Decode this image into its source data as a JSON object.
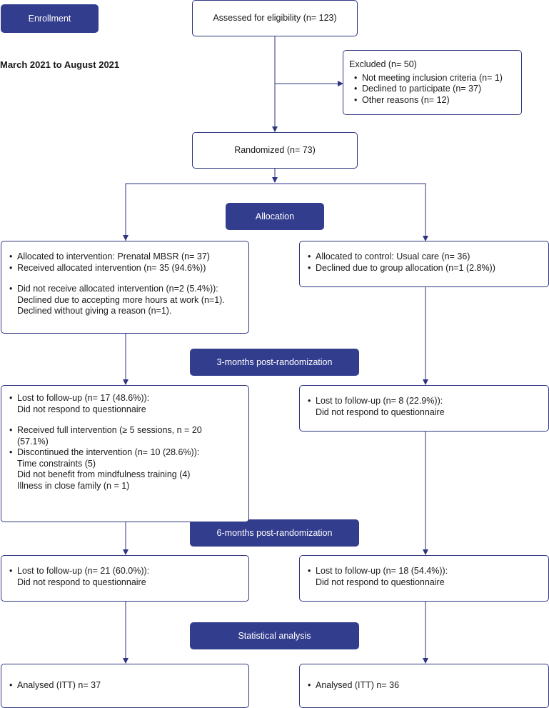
{
  "labels": {
    "enrollment": "Enrollment",
    "allocation": "Allocation",
    "three_months": "3-months post-randomization",
    "six_months": "6-months post-randomization",
    "analysis": "Statistical analysis"
  },
  "period": "March 2021 to August 2021",
  "assessed": "Assessed for eligibility (n= 123)",
  "excluded": {
    "title": "Excluded (n= 50)",
    "items": [
      "Not meeting inclusion criteria (n= 1)",
      "Declined to participate (n= 37)",
      "Other reasons (n=  12)"
    ]
  },
  "randomized": "Randomized (n= 73)",
  "intervention_alloc": {
    "items": [
      "Allocated to intervention: Prenatal MBSR (n= 37)",
      "Received allocated intervention (n= 35 (94.6%))",
      "Did not receive allocated intervention (n=2 (5.4%)):"
    ],
    "sub": [
      "Declined due to accepting more hours at work (n=1).",
      "Declined without giving a reason (n=1)."
    ]
  },
  "control_alloc": {
    "items": [
      "Allocated to control: Usual care (n= 36)",
      "Declined due to group allocation (n=1 (2.8%))"
    ]
  },
  "intervention_3m": {
    "lost": "Lost to follow-up (n= 17 (48.6%)):",
    "lost_sub": "Did not respond to questionnaire",
    "received": "Received full intervention (≥ 5 sessions, n = 20",
    "received_sub": "(57.1%)",
    "discontinued": "Discontinued the intervention (n= 10 (28.6%)):",
    "reasons": [
      "Time constraints (5)",
      "Did not benefit from mindfulness training (4)",
      "Illness in close family (n = 1)"
    ]
  },
  "control_3m": {
    "lost": "Lost to follow-up (n= 8 (22.9%)):",
    "lost_sub": "Did not respond to questionnaire"
  },
  "intervention_6m": {
    "lost": "Lost to follow-up (n= 21 (60.0%)):",
    "lost_sub": "Did not respond to questionnaire"
  },
  "control_6m": {
    "lost": "Lost to follow-up (n= 18 (54.4%)):",
    "lost_sub": "Did not respond to questionnaire"
  },
  "intervention_analysis": "Analysed (ITT) n= 37",
  "control_analysis": "Analysed (ITT) n= 36",
  "colors": {
    "label_bg": "#333d8e",
    "line": "#2f3580"
  }
}
